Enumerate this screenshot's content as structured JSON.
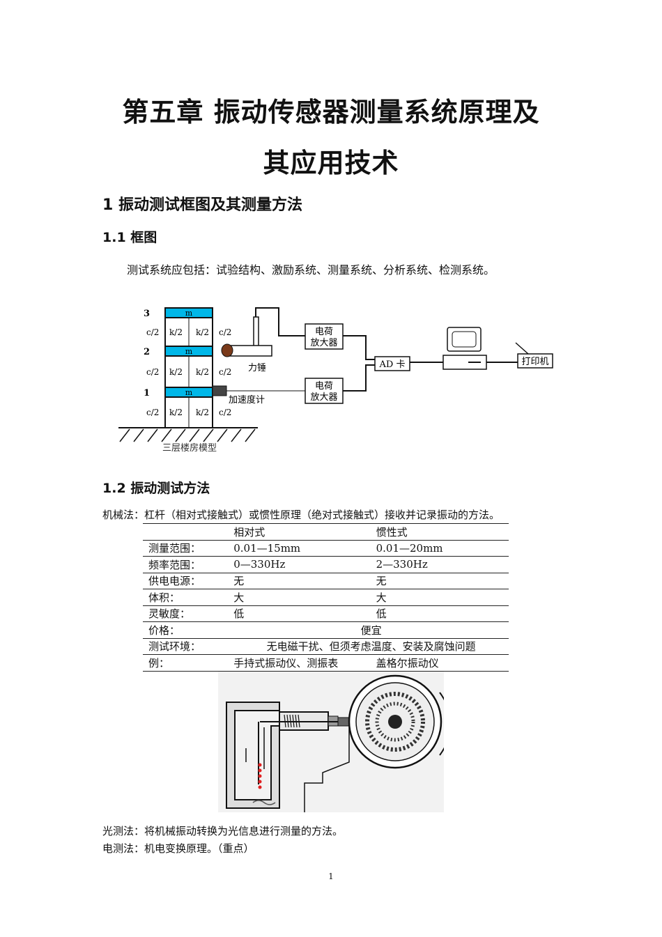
{
  "title_line1": "第五章 振动传感器测量系统原理及",
  "title_line2": "其应用技术",
  "section1": "1  振动测试框图及其测量方法",
  "section1_1": "1.1  框图",
  "intro": "测试系统应包括：试验结构、激励系统、测量系统、分析系统、检测系统。",
  "diagram": {
    "floor3": "3",
    "floor2": "2",
    "floor1": "1",
    "mass": "m",
    "c2": "c/2",
    "k2": "k/2",
    "hammer": "力锤",
    "accel": "加速度计",
    "model": "三层楼房模型",
    "amp_line1": "电荷",
    "amp_line2": "放大器",
    "ad": "AD 卡",
    "printer": "打印机"
  },
  "section1_2": "1.2  振动测试方法",
  "mech": "机械法：杠杆（相对式接触式）或惯性原理（绝对式接触式）接收并记录振动的方法。",
  "table": {
    "header": [
      "",
      "相对式",
      "惯性式"
    ],
    "rows": [
      [
        "测量范围：",
        "0.01—15mm",
        "0.01—20mm"
      ],
      [
        "频率范围：",
        "0—330Hz",
        "2—330Hz"
      ],
      [
        "供电电源：",
        "无",
        "无"
      ],
      [
        "体积：",
        "大",
        "大"
      ],
      [
        "灵敏度：",
        "低",
        "低"
      ]
    ],
    "price_label": "价格：",
    "price_value": "便宜",
    "env_label": "测试环境：",
    "env_value": "无电磁干扰、但须考虑温度、安装及腐蚀问题",
    "ex_label": "例：",
    "ex_rel": "手持式振动仪、测振表",
    "ex_inert": "盖格尔振动仪"
  },
  "optical": "光测法：将机械振动转换为光信息进行测量的方法。",
  "electrical": "电测法：机电变换原理。（重点）",
  "page_number": "1",
  "colors": {
    "mass_fill": "#00b7e8",
    "text": "#111111",
    "red_mark": "#e02020"
  }
}
